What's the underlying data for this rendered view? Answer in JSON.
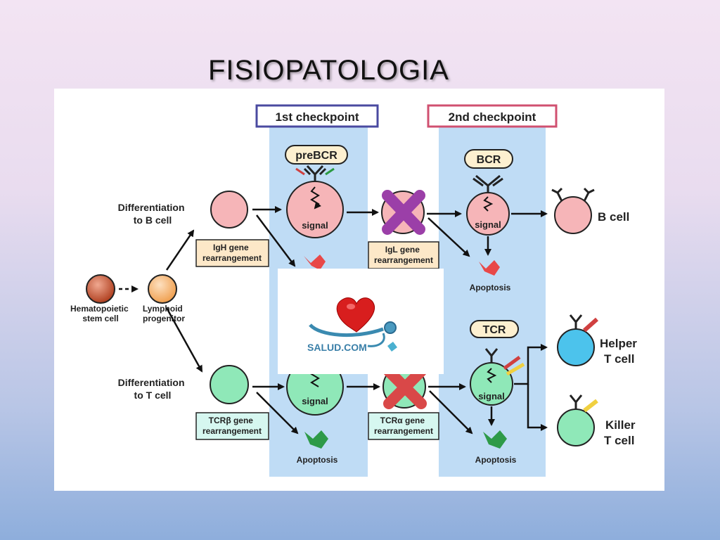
{
  "slide": {
    "title": "FISIOPATOLOGIA"
  },
  "diagram": {
    "checkpoint1": "1st checkpoint",
    "checkpoint2": "2nd checkpoint",
    "prebcr": "preBCR",
    "bcr": "BCR",
    "tcr": "TCR",
    "diff_b": [
      "Differentiation",
      "to B cell"
    ],
    "diff_t": [
      "Differentiation",
      "to T cell"
    ],
    "hsc": [
      "Hematopoietic",
      "stem cell"
    ],
    "lymphoid": [
      "Lymphoid",
      "progenitor"
    ],
    "igh": [
      "IgH gene",
      "rearrangement"
    ],
    "igl": [
      "IgL gene",
      "rearrangement"
    ],
    "tcrb": [
      "TCRβ gene",
      "rearrangement"
    ],
    "tcra": [
      "TCRα gene",
      "rearrangement"
    ],
    "signal": "signal",
    "apoptosis": "Apoptosis",
    "b_cell": "B cell",
    "helper": [
      "Helper",
      "T cell"
    ],
    "killer": [
      "Killer",
      "T cell"
    ]
  },
  "logo": {
    "text": "SALUD.COM"
  },
  "colors": {
    "b_cell_fill": "#f6b5b8",
    "t_cell_fill": "#8fe8b8",
    "helper_fill": "#4cc3ec",
    "checkpoint_band": "#bfdcf5",
    "b_apoptosis": "#e84848",
    "t_apoptosis": "#2e9a48",
    "cross_b": "#9b3fa8",
    "cross_t": "#d94848"
  }
}
